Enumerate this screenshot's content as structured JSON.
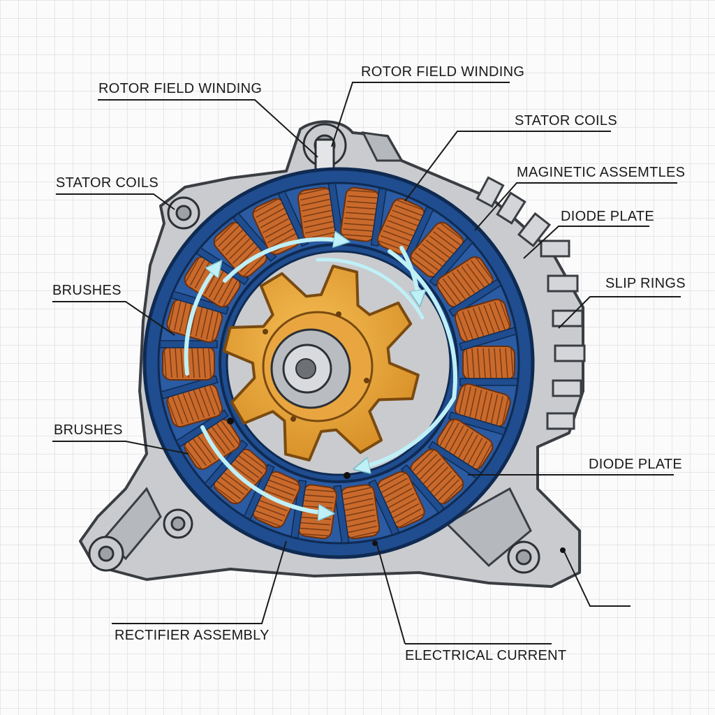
{
  "labels": {
    "rotor_field_winding_left": "ROTOR FIELD WINDING",
    "rotor_field_winding_top": "ROTOR FIELD WINDING",
    "stator_coils_right": "STATOR COILS",
    "stator_coils_left": "STATOR COILS",
    "magnetic_assemblies": "MAGINETIC ASSEMTLES",
    "diode_plate_upper": "DIODE PLATE",
    "slip_rings": "SLIP RINGS",
    "brushes_upper": "BRUSHES",
    "brushes_lower": "BRUSHES",
    "diode_plate_lower": "DIODE PLATE",
    "rectifier_assembly": "RECTIFIER ASSEMBLY",
    "electrical_current": "ELECTRICAL CURRENT"
  },
  "colors": {
    "housing": "#c9cbce",
    "housing_outline": "#3a3d42",
    "stator_ring": "#1f4d8f",
    "copper": "#c96a2c",
    "rotor": "#e8a030",
    "current_arrows": "#bff0f7"
  }
}
